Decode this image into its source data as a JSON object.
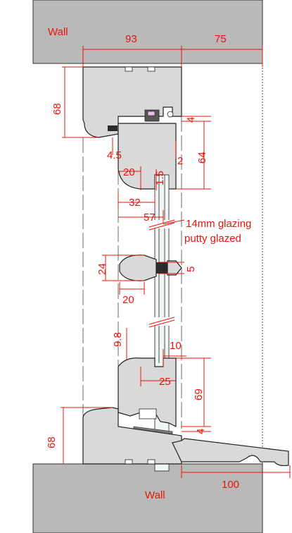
{
  "labels": {
    "wall_top": "Wall",
    "wall_bottom": "Wall",
    "glazing_line1": "14mm glazing",
    "glazing_line2": "putty glazed"
  },
  "dimensions": {
    "top_width_a": "93",
    "top_width_b": "75",
    "head_height": "68",
    "head_gap": "4",
    "stop_depth": "64",
    "stop_offset": "4.5",
    "bead_gap": "2",
    "rebate_20": "20",
    "glass_gap_top": "1.5",
    "rebate_32": "32",
    "sash_57": "57",
    "bar_24": "24",
    "bar_5": "5",
    "bar_20": "20",
    "bottom_9_8": "9.8",
    "bottom_10": "10",
    "bottom_25": "25",
    "bottom_69": "69",
    "sill_68": "68",
    "sill_gap": "4",
    "sill_100": "100"
  },
  "colors": {
    "dimension": "#e8140c",
    "wall": "#b9b9b9",
    "timber": "#d9d9d9",
    "dark_detail": "#3c3c3c"
  }
}
